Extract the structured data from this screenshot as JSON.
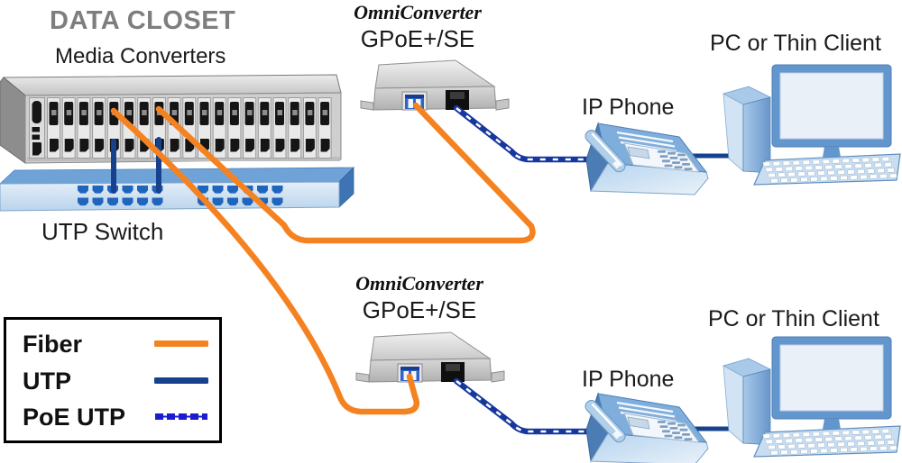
{
  "header": {
    "title": "DATA CLOSET"
  },
  "closet": {
    "media_converters_label": "Media Converters",
    "utp_switch_label": "UTP Switch"
  },
  "converters": [
    {
      "brand": "OmniConverter",
      "model": "GPoE+/SE"
    },
    {
      "brand": "OmniConverter",
      "model": "GPoE+/SE"
    }
  ],
  "endpoints": [
    {
      "phone_label": "IP Phone",
      "pc_label": "PC or Thin Client"
    },
    {
      "phone_label": "IP Phone",
      "pc_label": "PC or Thin Client"
    }
  ],
  "legend": {
    "items": [
      {
        "label": "Fiber",
        "style": "solid",
        "color": "#F58220"
      },
      {
        "label": "UTP",
        "style": "solid",
        "color": "#16418C"
      },
      {
        "label": "PoE UTP",
        "style": "dashed",
        "color": "#1B1BD0"
      }
    ]
  },
  "colors": {
    "fiber_cable": "#F58220",
    "utp_cable": "#16418C",
    "poe_cable": "#16379E",
    "poe_dash": "#FFFFFF",
    "title_gray": "#7E7E7E"
  }
}
